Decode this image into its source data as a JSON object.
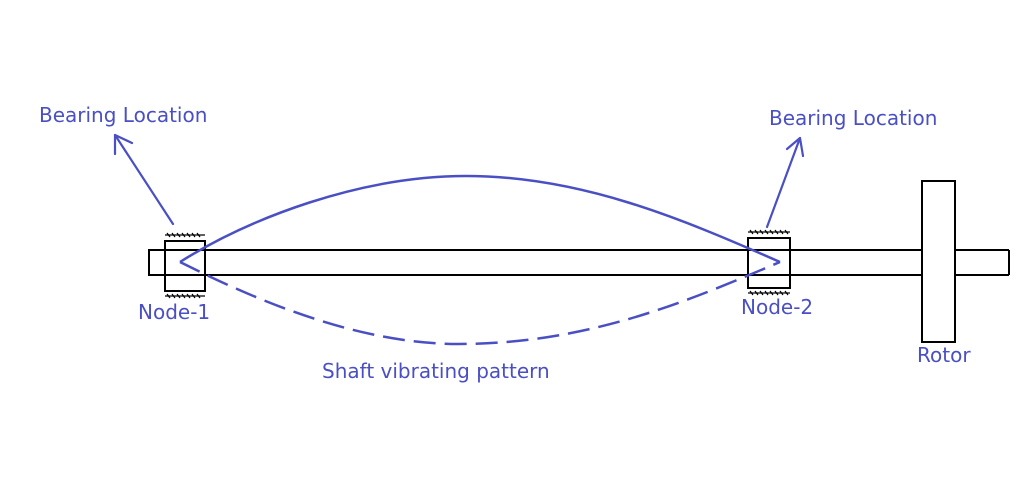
{
  "labels": {
    "bearing_left": "Bearing Location",
    "bearing_right": "Bearing Location",
    "node_1": "Node-1",
    "node_2": "Node-2",
    "pattern": "Shaft vibrating pattern",
    "rotor": "Rotor"
  },
  "colors": {
    "annotation": "#4a4fc4",
    "structure": "#000000",
    "background": "#ffffff"
  }
}
